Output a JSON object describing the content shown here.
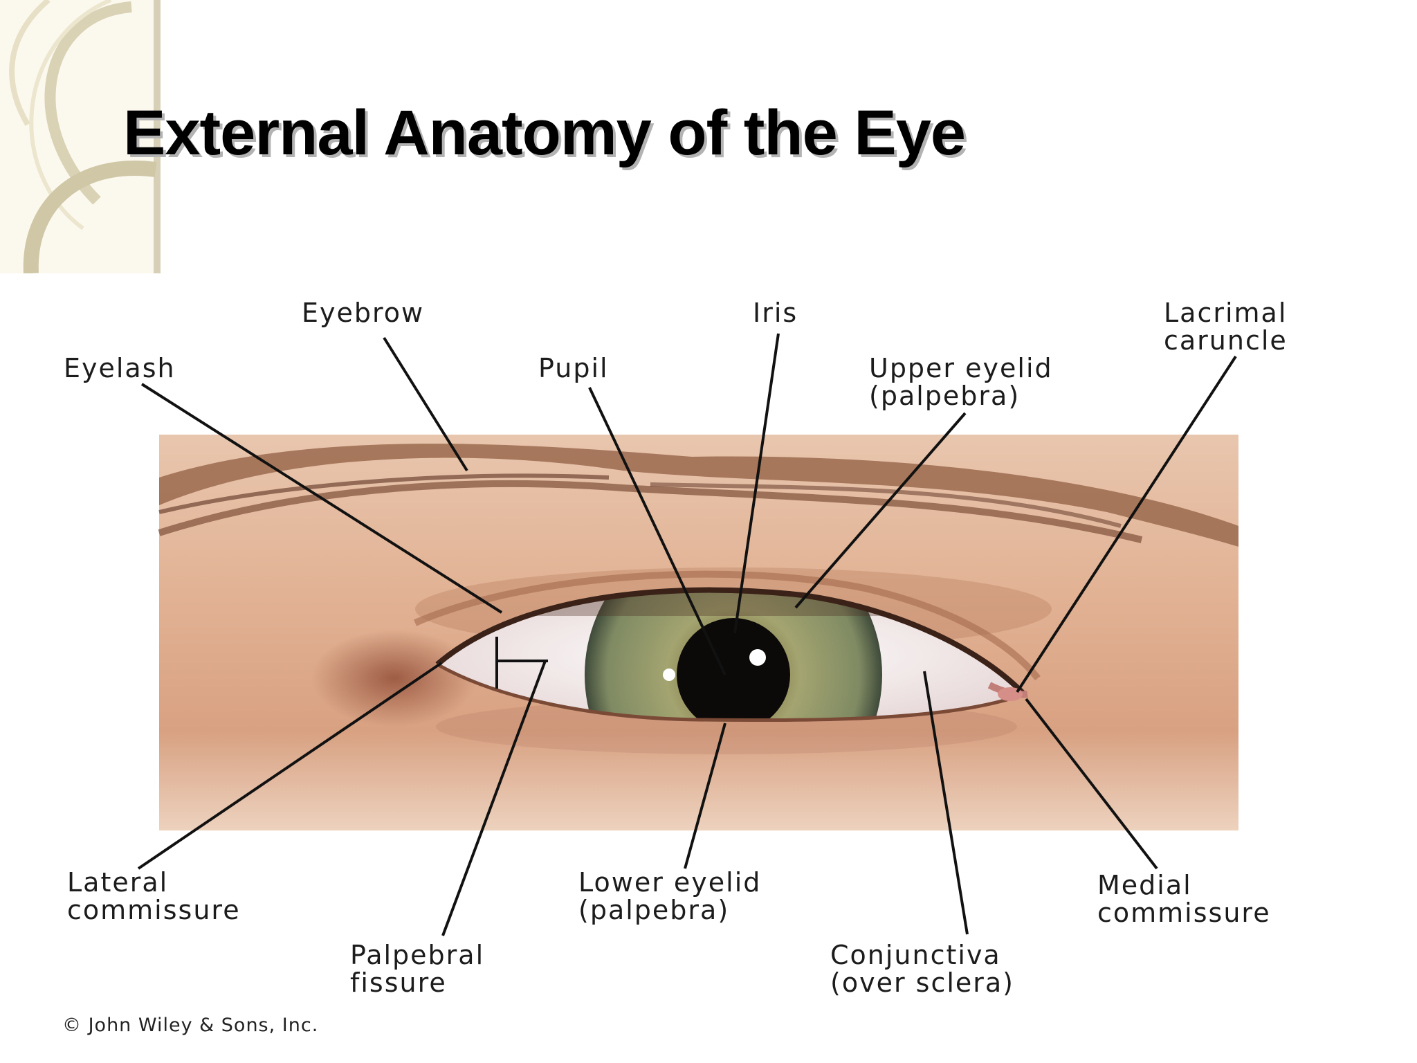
{
  "slide": {
    "title": "External Anatomy of the Eye",
    "credit": "© John Wiley & Sons, Inc."
  },
  "labels": {
    "eyebrow": "Eyebrow",
    "iris": "Iris",
    "lacrimal_caruncle": "Lacrimal\ncaruncle",
    "eyelash": "Eyelash",
    "pupil": "Pupil",
    "upper_eyelid": "Upper eyelid\n(palpebra)",
    "lateral_commissure": "Lateral\ncommissure",
    "lower_eyelid": "Lower eyelid\n(palpebra)",
    "medial_commissure": "Medial\ncommissure",
    "palpebral_fissure": "Palpebral\nfissure",
    "conjunctiva": "Conjunctiva\n(over sclera)"
  },
  "colors": {
    "skin": "#e7b999",
    "brow": "#7a4a31",
    "iris": "#8f9a6e",
    "sclera": "#f4efef",
    "leader": "#111111"
  }
}
